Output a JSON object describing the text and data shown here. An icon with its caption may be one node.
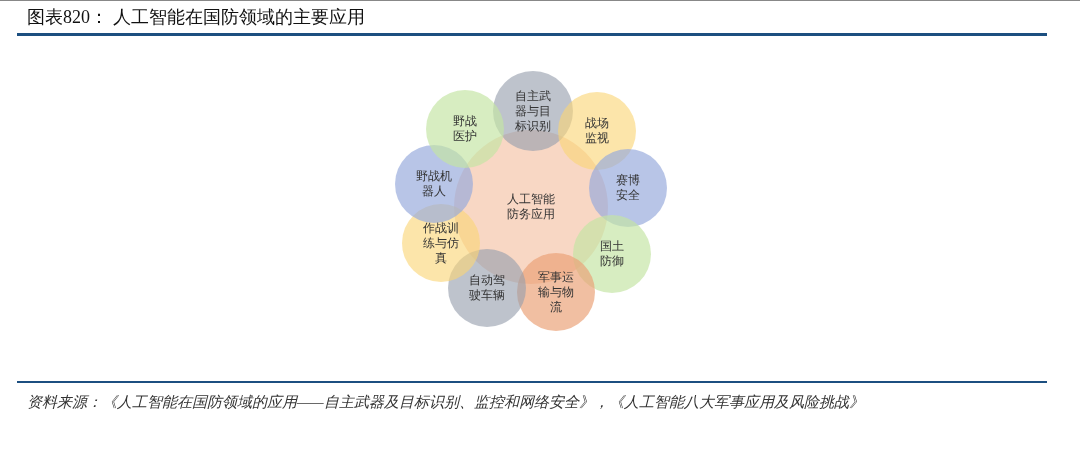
{
  "diagram": {
    "title": "图表820： 人工智能在国防领域的主要应用",
    "caption": "资料来源：《人工智能在国防领域的应用——自主武器及目标识别、监控和网络安全》，《人工智能八大军事应用及风险挑战》",
    "nodes": [
      {
        "text": [
          "人工智能防务应用"
        ]
      },
      {
        "text": [
          "自主武器与目标识别"
        ]
      },
      {
        "text": [
          "战场监视"
        ]
      },
      {
        "text": [
          "赛博安全"
        ]
      },
      {
        "text": [
          "国土防御"
        ]
      },
      {
        "text": [
          "军事运输与物流"
        ]
      },
      {
        "text": [
          "自动驾驶车辆"
        ]
      },
      {
        "text": [
          "作战训练与仿真"
        ]
      },
      {
        "text": [
          "野战机器人"
        ]
      },
      {
        "text": [
          "野战医护"
        ]
      }
    ]
  }
}
